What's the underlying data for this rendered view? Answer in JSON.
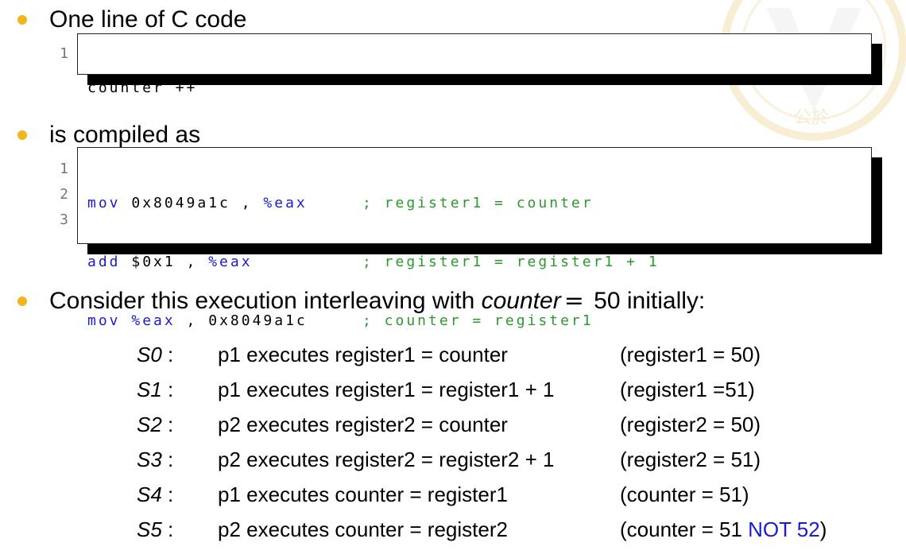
{
  "bullets": {
    "b1": "One line of C code",
    "b2": "is compiled as",
    "b3": {
      "prefix": "Consider this execution interleaving with ",
      "var": "counter",
      "eq": "=",
      "suffix": " 50 initially:"
    }
  },
  "code1": {
    "lines": [
      {
        "no": "1",
        "text": "counter ++"
      }
    ]
  },
  "code2": {
    "lines": [
      {
        "no": "1",
        "op": "mov",
        "args_pre": " 0x8049a1c , ",
        "reg": "%eax",
        "args_post": "",
        "comment": "; register1 = counter"
      },
      {
        "no": "2",
        "op": "add",
        "args_pre": " $0x1 , ",
        "reg": "%eax",
        "args_post": "",
        "comment": "; register1 = register1 + 1"
      },
      {
        "no": "3",
        "op": "mov",
        "args_pre": " ",
        "reg": "%eax",
        "args_post": " , 0x8049a1c",
        "comment": "; counter = register1"
      }
    ]
  },
  "steps": [
    {
      "label": "S0",
      "colon": " :",
      "action": "p1 executes register1 = counter",
      "result": "(register1 = 50)",
      "note": "",
      "close": ""
    },
    {
      "label": "S1",
      "colon": " :",
      "action": "p1 executes register1 = register1 + 1",
      "result": "(register1 =51)",
      "note": "",
      "close": ""
    },
    {
      "label": "S2",
      "colon": " :",
      "action": "p2 executes register2 = counter",
      "result": "(register2 = 50)",
      "note": "",
      "close": ""
    },
    {
      "label": "S3",
      "colon": " :",
      "action": "p2 executes register2 = register2 + 1",
      "result": "(register2 = 51)",
      "note": "",
      "close": ""
    },
    {
      "label": "S4",
      "colon": " :",
      "action": "p1 executes counter = register1",
      "result": "(counter = 51)",
      "note": "",
      "close": ""
    },
    {
      "label": "S5",
      "colon": " :",
      "action": "p2 executes counter = register2",
      "result": "(counter = 51 ",
      "note": "NOT 52",
      "close": ")"
    }
  ],
  "colors": {
    "bullet": "#f2b51e",
    "keyword": "#1a1ad8",
    "comment": "#2a9a2a"
  }
}
